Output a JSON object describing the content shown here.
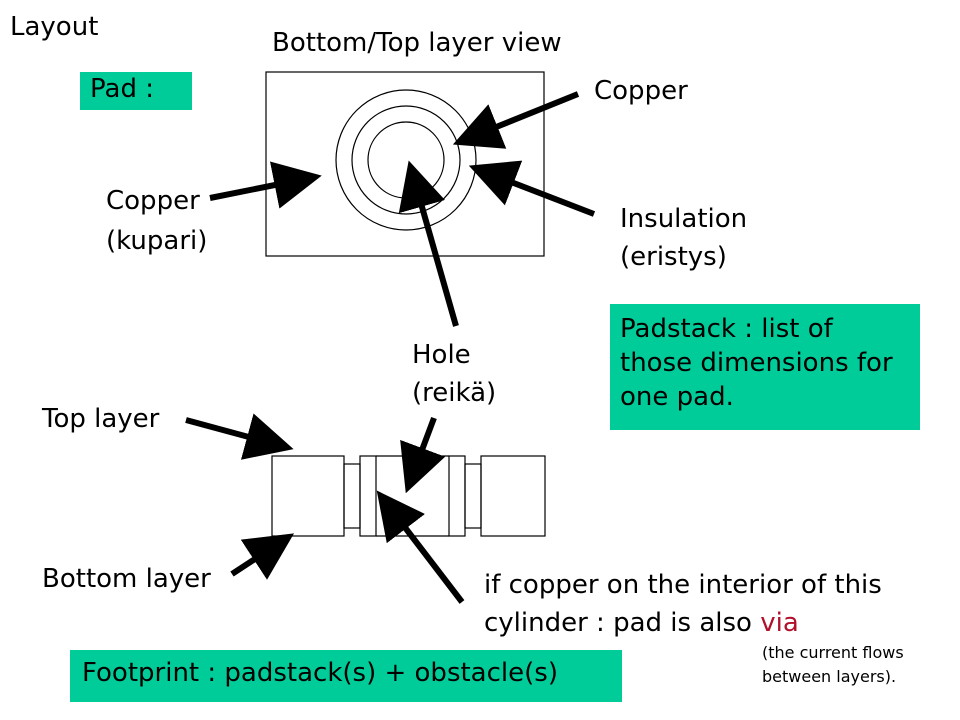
{
  "title": "Layout",
  "view_title": "Bottom/Top layer view",
  "pad_label": "Pad :",
  "labels": {
    "copper_right": "Copper",
    "copper_left_1": "Copper",
    "copper_left_2": "(kupari)",
    "insulation_1": "Insulation",
    "insulation_2": "(eristys)",
    "hole_1": "Hole",
    "hole_2": "(reikä)",
    "top_layer": "Top layer",
    "bottom_layer": "Bottom layer"
  },
  "padstack": {
    "line1": "Padstack : list of",
    "line2": "those dimensions for",
    "line3": "one pad."
  },
  "via_note": {
    "line1": "if copper on the interior of this",
    "line2_prefix": "cylinder : pad is also ",
    "line2_via": "via"
  },
  "footprint": "Footprint : padstack(s) + obstacle(s)",
  "current_note": {
    "line1": "(the current flows",
    "line2": "between layers)."
  },
  "colors": {
    "box_fill": "#00cc99",
    "via_text": "#b0102a"
  }
}
